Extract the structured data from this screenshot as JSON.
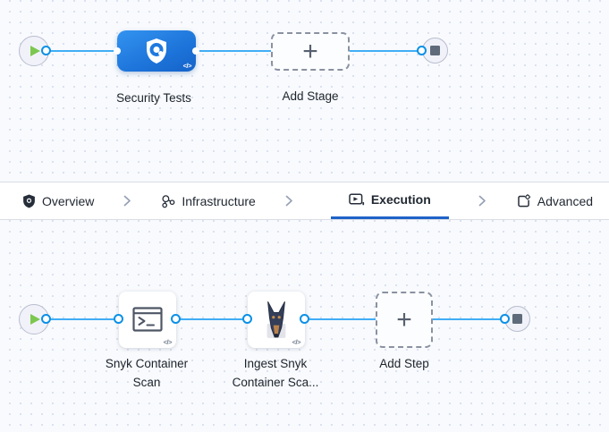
{
  "stage_canvas": {
    "stage_label": "Security Tests",
    "add_stage_label": "Add Stage",
    "plus": "+",
    "code_badge": "</>"
  },
  "tabs": {
    "items": [
      {
        "label": "Overview",
        "active": false
      },
      {
        "label": "Infrastructure",
        "active": false
      },
      {
        "label": "Execution",
        "active": true
      },
      {
        "label": "Advanced",
        "active": false
      }
    ]
  },
  "execution_canvas": {
    "steps": [
      {
        "label": "Snyk Container Scan"
      },
      {
        "label": "Ingest Snyk Container Sca..."
      }
    ],
    "add_step_label": "Add Step",
    "plus": "+",
    "code_badge": "</>"
  },
  "colors": {
    "stage_blue": "#1d74da",
    "connector_blue": "#41aef6",
    "active_tab_underline": "#1f63c9",
    "play_green": "#7cc74f",
    "stop_gray": "#5f6b7a",
    "canvas_bg": "#f8fafd"
  }
}
